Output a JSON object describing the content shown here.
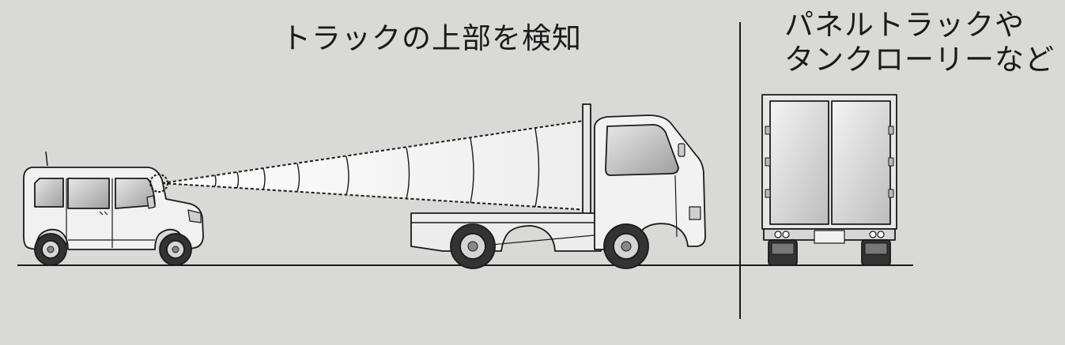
{
  "captions": {
    "detect_top": "トラックの上部を検知",
    "other_vehicles_line1": "パネルトラックや",
    "other_vehicles_line2": "タンクローリーなど"
  },
  "colors": {
    "background": "#d9dad8",
    "line": "#1a1a1a",
    "body_light": "#f2f2f2",
    "body_mid": "#c9c9c9",
    "tire": "#333333"
  }
}
